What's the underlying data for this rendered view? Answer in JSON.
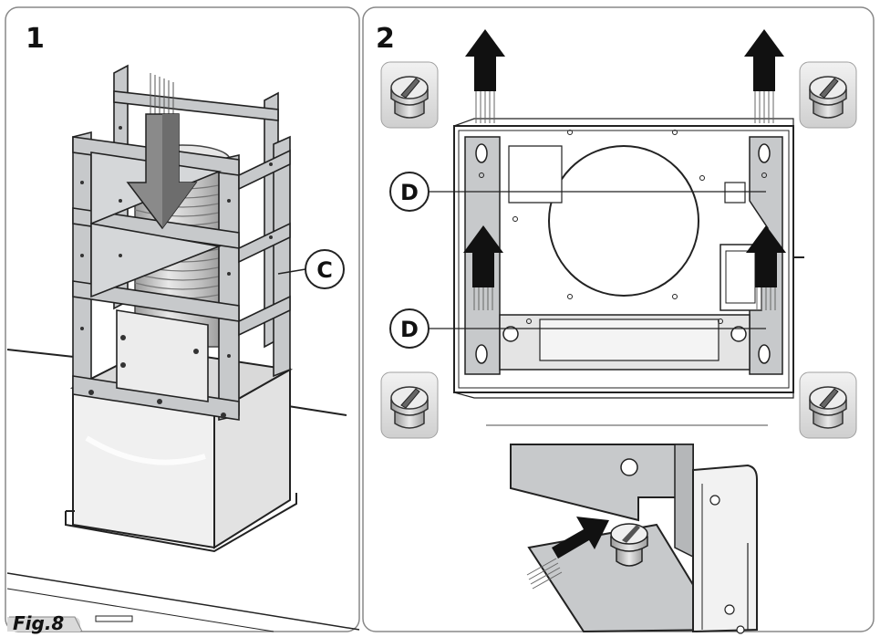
{
  "figure": {
    "label": "Fig.8"
  },
  "panels": [
    {
      "number": "1",
      "callouts": [
        {
          "letter": "C"
        }
      ]
    },
    {
      "number": "2",
      "callouts": [
        {
          "letter": "D"
        },
        {
          "letter": "D"
        }
      ]
    }
  ],
  "icons": [
    "screw-icon",
    "arrow-up-icon",
    "arrow-down-icon",
    "arrow-diagonal-icon"
  ],
  "colors": {
    "frame_gray": "#c7c9cb",
    "outline": "#222222",
    "panel_border": "#888888",
    "fig_tab": "#d9d9d9",
    "arrow_fill": "#111111"
  }
}
